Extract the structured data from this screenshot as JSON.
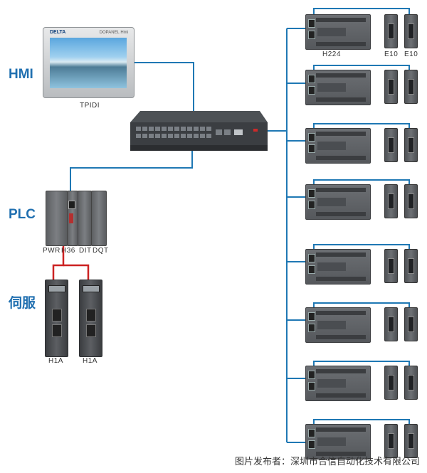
{
  "labels": {
    "hmi": "HMI",
    "plc": "PLC",
    "servo": "伺服"
  },
  "devices": {
    "hmi_caption": "TPIDI",
    "hmi_brand": "DELTA",
    "hmi_model": "DOPANEL  Hmi",
    "plc_captions": [
      "PWR",
      "H36",
      "DIT",
      "DQT"
    ],
    "servo_captions": [
      "H1A",
      "H1A"
    ],
    "remote_head_caption": "H224",
    "remote_ext_captions": [
      "E10",
      "E10"
    ]
  },
  "footer": "图片发布者：深圳市合信自动化技术有限公司",
  "colors": {
    "label_blue": "#1f6fb0",
    "network_line": "#1f78b4",
    "servo_line": "#cc2222"
  }
}
